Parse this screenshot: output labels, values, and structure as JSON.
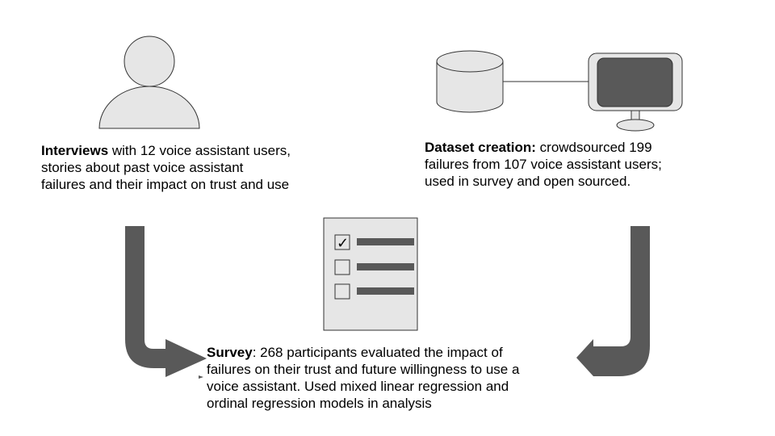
{
  "colors": {
    "icon_fill": "#e6e6e6",
    "icon_stroke": "#333333",
    "arrow": "#595959",
    "dark": "#595959"
  },
  "icons": {
    "person": "person-icon",
    "database": "database-icon",
    "monitor": "monitor-icon",
    "checklist": "checklist-icon"
  },
  "interviews": {
    "bold": "Interviews",
    "line1_rest": " with 12 voice assistant users,",
    "line2": "stories about past voice assistant",
    "line3": "failures and their impact on trust and use"
  },
  "dataset": {
    "bold": "Dataset creation:",
    "line1_rest": " crowdsourced 199",
    "line2": "failures from 107 voice assistant users;",
    "line3": "used in survey and open sourced."
  },
  "survey": {
    "bold": "Survey",
    "line1_rest": ": 268 participants evaluated the impact of",
    "line2": "failures on their trust and future willingness to use a",
    "line3": "voice assistant. Used mixed linear regression and",
    "line4": "ordinal regression models in analysis"
  },
  "checklist": {
    "checkmark": "✓"
  }
}
